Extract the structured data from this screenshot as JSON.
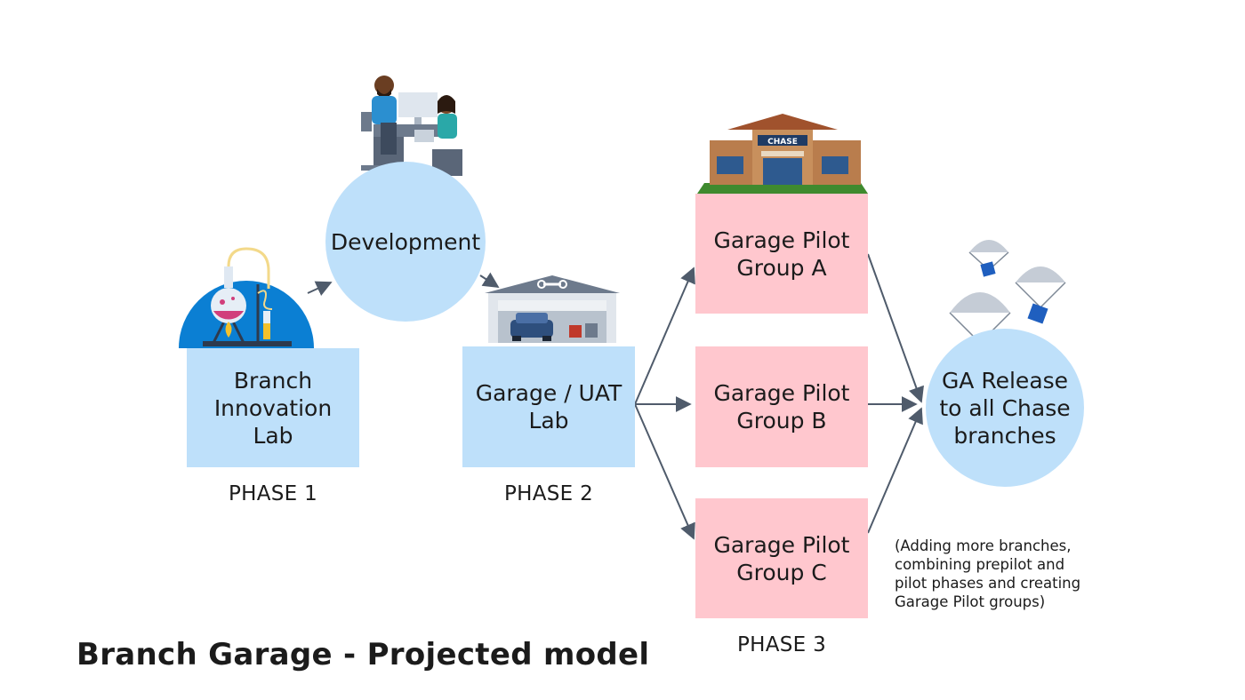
{
  "title": "Branch Garage - Projected model",
  "nodes": {
    "branch_lab": "Branch\nInnovation\nLab",
    "development": "Development",
    "garage_uat": "Garage / UAT\nLab",
    "pilot_a": "Garage Pilot\nGroup A",
    "pilot_b": "Garage Pilot\nGroup B",
    "pilot_c": "Garage Pilot\nGroup C",
    "ga_release": "GA Release\nto all Chase\nbranches"
  },
  "phases": {
    "phase1": "PHASE 1",
    "phase2": "PHASE 2",
    "phase3": "PHASE 3"
  },
  "note": "(Adding more branches,\ncombining prepilot and\npilot phases and creating\nGarage Pilot groups)",
  "bank_sign": "CHASE",
  "colors": {
    "process_box": "#bee0fa",
    "pilot_box": "#ffc7ce",
    "arrow": "#4f5b6b",
    "lab_circle": "#0b7fd3"
  },
  "icons": [
    "lab-flask-icon",
    "people-at-desk-icon",
    "garage-car-icon",
    "bank-branch-icon",
    "parachute-boxes-icon"
  ]
}
